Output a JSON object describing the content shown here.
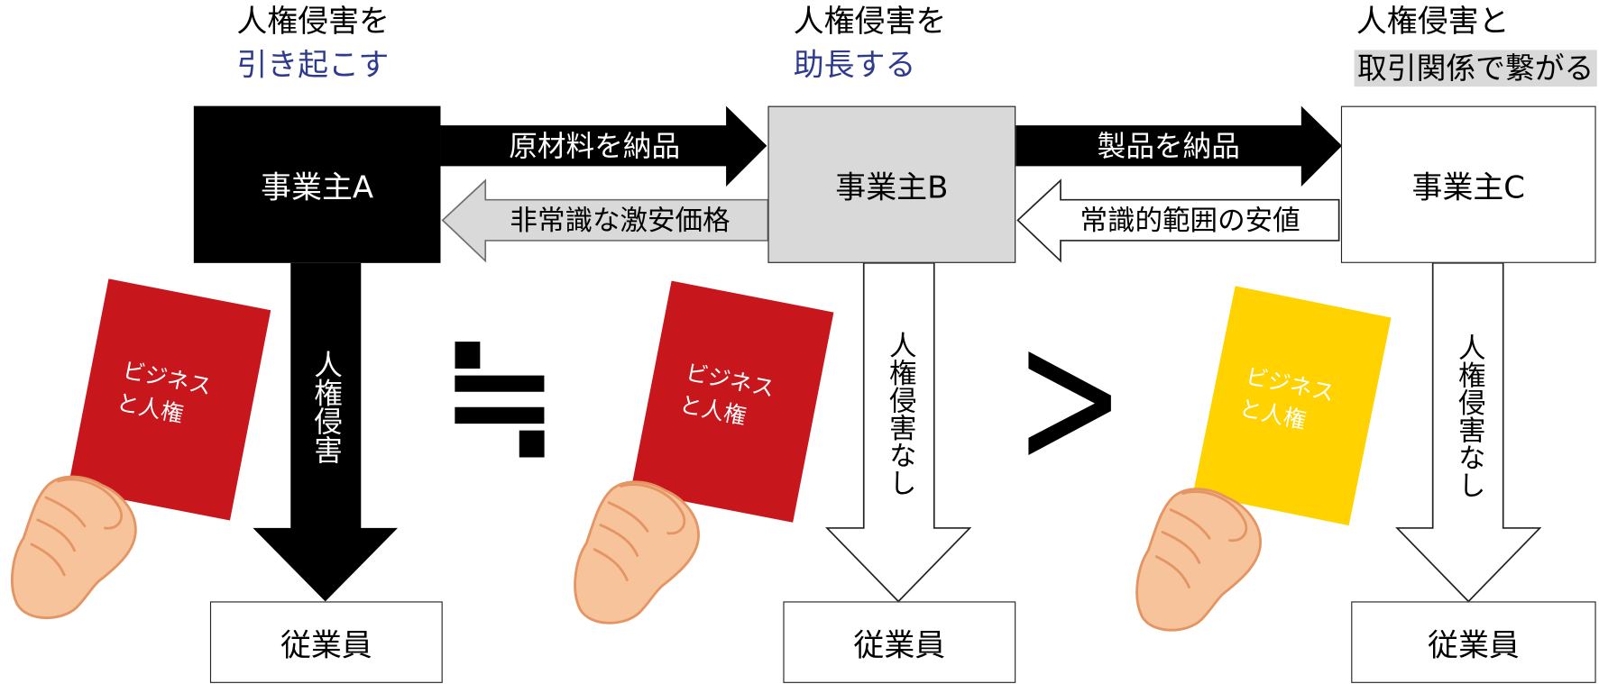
{
  "colors": {
    "blue_text": "#2e3a8f",
    "highlight_gray": "#d9d9d9",
    "hand_fill": "#f7c39a",
    "hand_stroke": "#e49563"
  },
  "col_a": {
    "heading": "人権侵害を",
    "role": "引き起こす",
    "company": "事業主A",
    "flow_label": "人権侵害",
    "employee": "従業員"
  },
  "col_b": {
    "heading": "人権侵害を",
    "role": "助長する",
    "company": "事業主B",
    "flow_label": "人権侵害なし",
    "employee": "従業員"
  },
  "col_c": {
    "heading": "人権侵害と",
    "role": "取引関係で繋がる",
    "company": "事業主C",
    "flow_label": "人権侵害なし",
    "employee": "従業員"
  },
  "arrows": {
    "a_to_b": "原材料を納品",
    "b_to_a": "非常識な激安価格",
    "b_to_c": "製品を納品",
    "c_to_b": "常識的範囲の安値"
  },
  "cards": [
    {
      "line1": "ビジネス",
      "line2": "と人権",
      "color": "#c8161d"
    },
    {
      "line1": "ビジネス",
      "line2": "と人権",
      "color": "#c8161d"
    },
    {
      "line1": "ビジネス",
      "line2": "と人権",
      "color": "#ffd200"
    }
  ],
  "comparisons": {
    "a_vs_b": "≒",
    "b_vs_c": ">"
  }
}
